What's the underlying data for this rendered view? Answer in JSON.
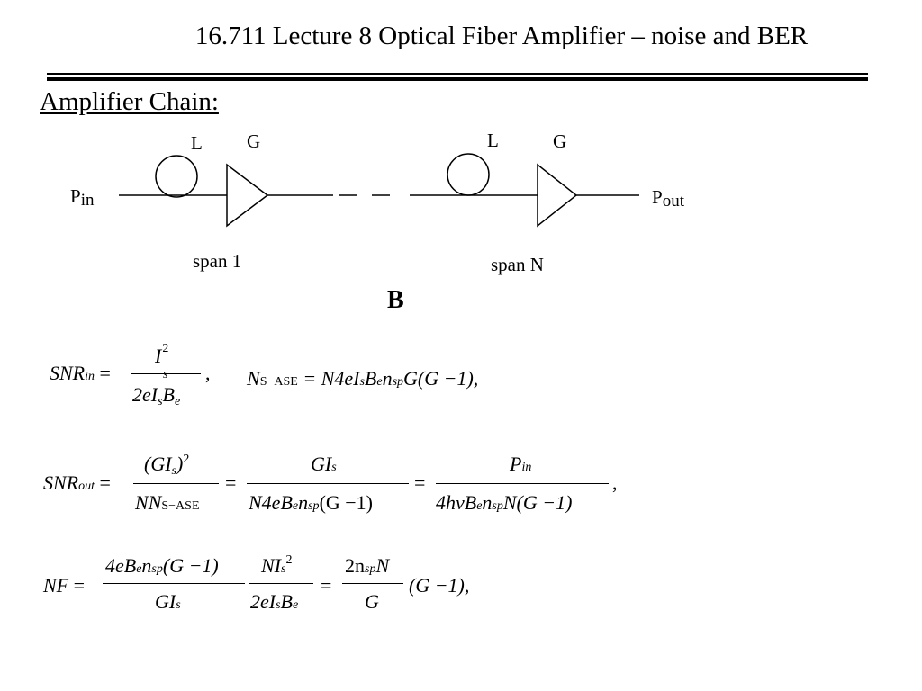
{
  "header": {
    "title": "16.711 Lecture 8 Optical Fiber Amplifier – noise and BER"
  },
  "section": {
    "heading": "Amplifier Chain:"
  },
  "diagram": {
    "p_in": "P",
    "p_in_sub": "in",
    "p_out": "P",
    "p_out_sub": "out",
    "span1": {
      "loss_label": "L",
      "gain_label": "G",
      "caption": "span 1"
    },
    "spanN": {
      "loss_label": "L",
      "gain_label": "G",
      "caption": "span N"
    }
  },
  "bandwidth_label": "B",
  "equations": {
    "snr_in": {
      "lhs": "SNR",
      "lhs_sub": "in",
      "num": "I",
      "num_sub": "s",
      "num_sup": "2",
      "den": "2eI",
      "den_sub": "s",
      "den2": "B",
      "den2_sub": "e",
      "trail": ","
    },
    "n_sase": {
      "lhs": "N",
      "lhs_sub": "S−ASE",
      "rhs": "= N4eI",
      "sub1": "s",
      "part2": "B",
      "sub2": "e",
      "part3": "n",
      "sub3": "sp",
      "tail": "G(G −1),",
      "tail_text": "G(G −1),"
    },
    "snr_out": {
      "lhs": "SNR",
      "lhs_sub": "out",
      "f1_num": "(GI",
      "f1_num_sub": "s",
      "f1_num_end": ")",
      "f1_num_sup": "2",
      "f1_den": "NN",
      "f1_den_sub": "S−ASE",
      "f2_num": "GI",
      "f2_num_sub": "s",
      "f2_den_a": "N4eB",
      "f2_den_sub1": "e",
      "f2_den_b": "n",
      "f2_den_sub2": "sp",
      "f2_den_c": "(G −1)",
      "f3_num": "P",
      "f3_num_sub": "in",
      "f3_den_a": "4hνB",
      "f3_den_sub1": "e",
      "f3_den_b": "n",
      "f3_den_sub2": "sp",
      "f3_den_c": "N(G −1)",
      "trail": ","
    },
    "nf": {
      "lhs": "NF",
      "f1_num_a": "4eB",
      "f1_num_sub1": "e",
      "f1_num_b": "n",
      "f1_num_sub2": "sp",
      "f1_num_c": "(G −1)",
      "f1_den": "GI",
      "f1_den_sub": "s",
      "f2_num": "NI",
      "f2_num_sub": "s",
      "f2_num_sup": "2",
      "f2_den_a": "2eI",
      "f2_den_sub1": "s",
      "f2_den_b": "B",
      "f2_den_sub2": "e",
      "f3_num_a": "2n",
      "f3_num_sub": "sp",
      "f3_num_b": "N",
      "f3_den": "G",
      "tail": "(G −1),"
    }
  }
}
